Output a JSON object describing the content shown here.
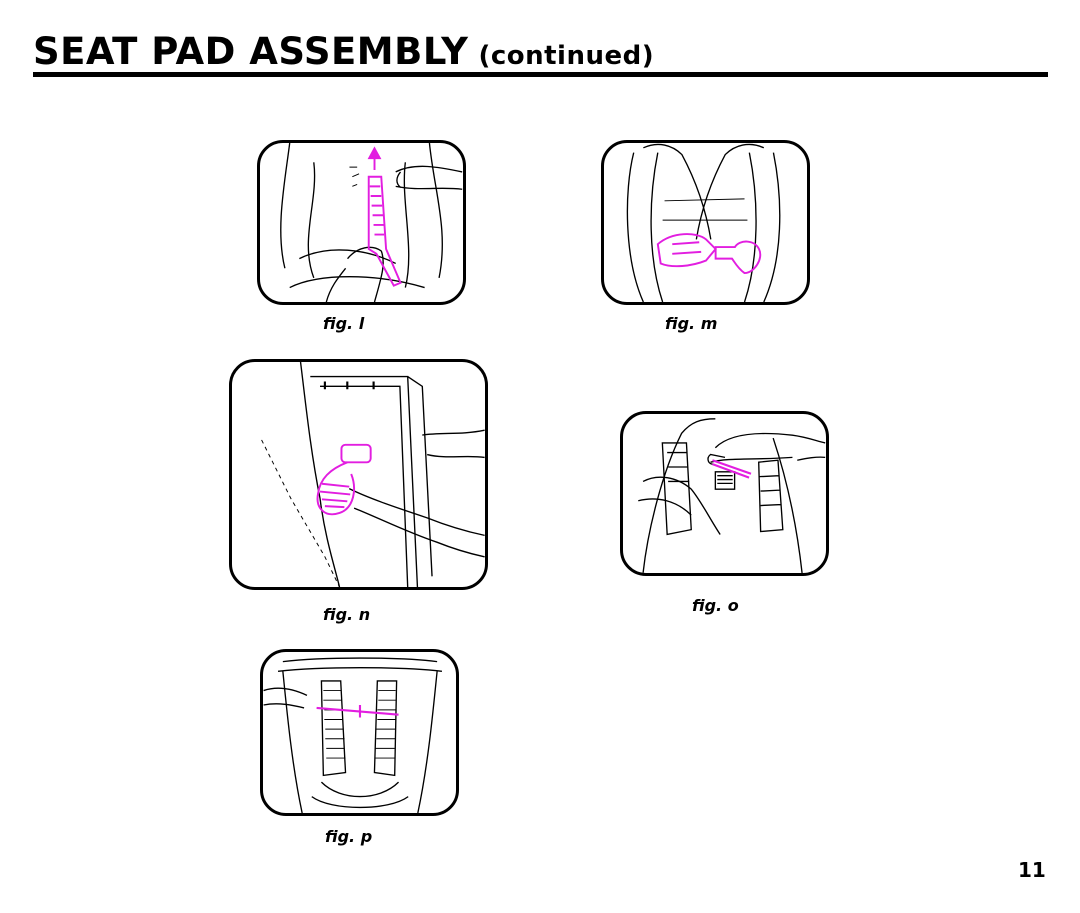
{
  "header": {
    "title_main": "SEAT PAD ASSEMBLY",
    "title_sub": "(continued)"
  },
  "figures": [
    {
      "id": "l",
      "caption": "fig. l",
      "illustration": "hand-pulling-strap-upward"
    },
    {
      "id": "m",
      "caption": "fig. m",
      "illustration": "harness-chest-clip"
    },
    {
      "id": "n",
      "caption": "fig. n",
      "illustration": "hand-pushing-buckle-through-slot"
    },
    {
      "id": "o",
      "caption": "fig. o",
      "illustration": "threading-harness-strap"
    },
    {
      "id": "p",
      "caption": "fig. p",
      "illustration": "harness-straps-threaded-shell"
    }
  ],
  "colors": {
    "highlight": "#e21ee0",
    "ink": "#000000"
  },
  "page_number": "11"
}
